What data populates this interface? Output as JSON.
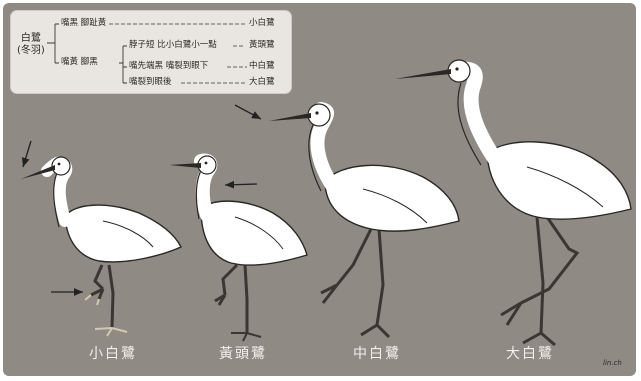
{
  "key": {
    "root": "白鷺",
    "root_sub": "(冬羽)",
    "group_1": "嘴黑 腳趾黃",
    "result_1": "小白鷺",
    "group_2": "嘴黃 腳黑",
    "sub_1": "脖子短 比小白鷺小一點",
    "result_2": "黃頭鷺",
    "sub_2": "嘴先端黑 嘴裂到眼下",
    "result_3": "中白鷺",
    "sub_3": "嘴裂到眼後",
    "result_4": "大白鷺"
  },
  "captions": [
    "小白鷺",
    "黃頭鷺",
    "中白鷺",
    "大白鷺"
  ],
  "signature": "lin.ch",
  "colors": {
    "background": "#8f8a83",
    "bird": "#ffffff",
    "legs": "#3a3733",
    "key_bg": "#e9e6e1"
  }
}
